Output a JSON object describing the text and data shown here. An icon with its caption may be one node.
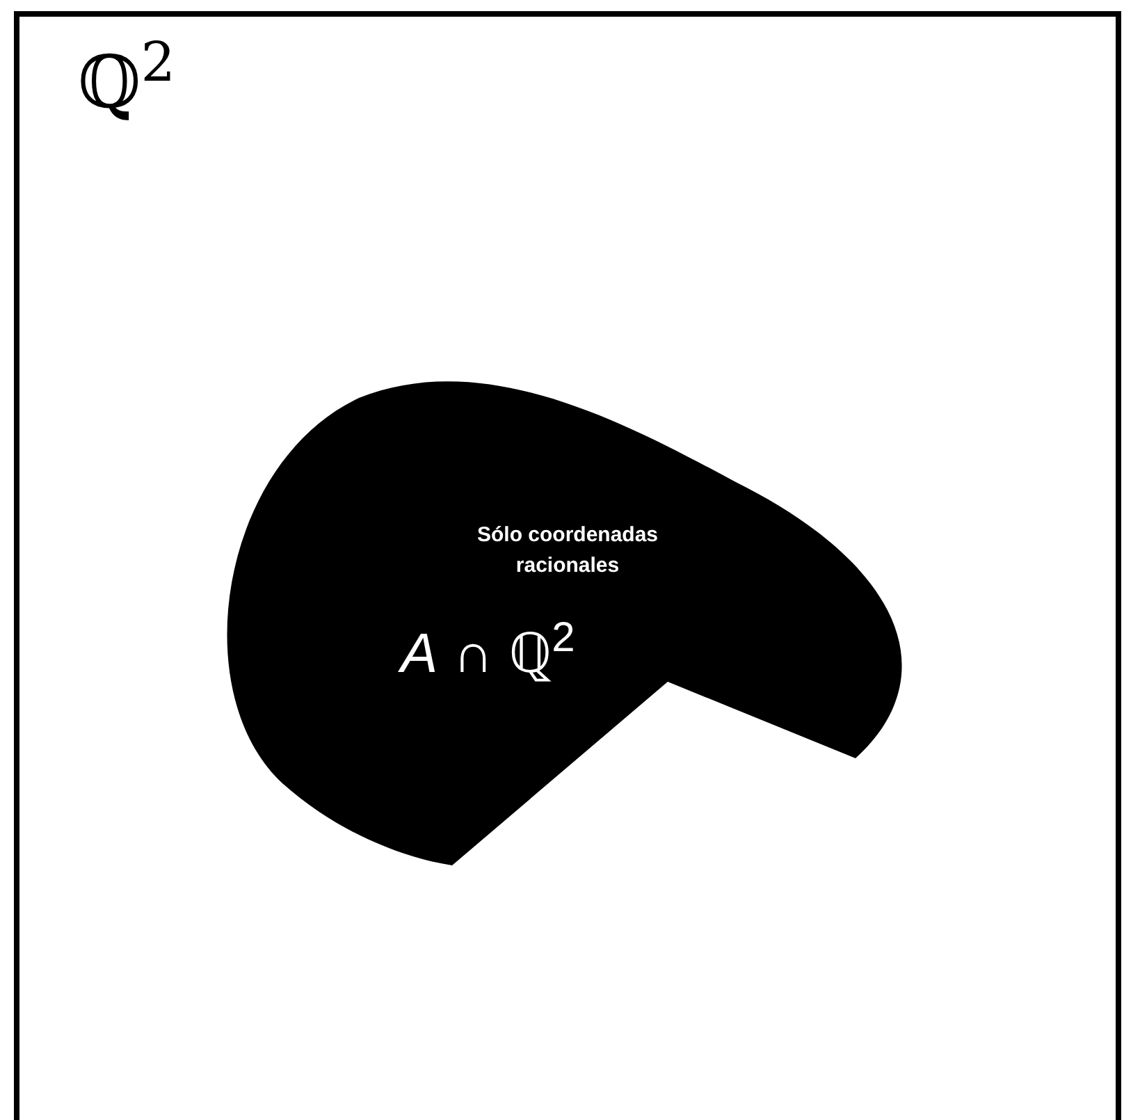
{
  "diagram": {
    "nodes": [
      {
        "text": [
          "ℚ$^{2}$"
        ]
      },
      {
        "text": [
          "Sólo coordenadas racionales",
          "*A* ∩ ℚ$^{2}$"
        ],
        "in": 0
      }
    ]
  }
}
